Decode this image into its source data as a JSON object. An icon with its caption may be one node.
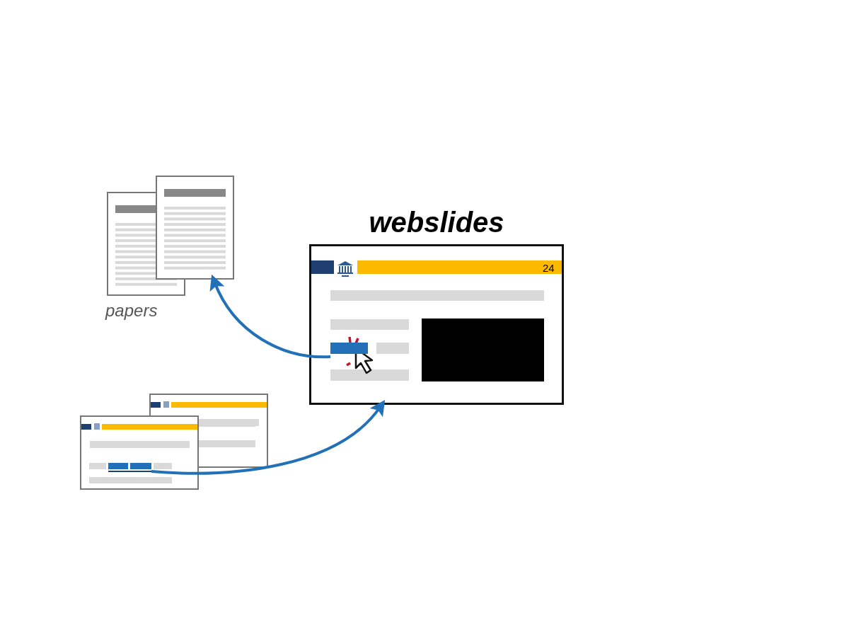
{
  "diagram": {
    "nodes": [
      {
        "text": [
          "papers"
        ]
      },
      {
        "text": [
          "webslides",
          "24"
        ]
      },
      {
        "text": [],
        "shape": "box",
        "in": 1
      },
      {
        "text": [],
        "shape": "picture"
      }
    ],
    "edges": [
      {
        "from": 2,
        "to": 0,
        "arrow": "to"
      },
      {
        "from": 3,
        "to": 1,
        "arrow": "to"
      }
    ]
  }
}
